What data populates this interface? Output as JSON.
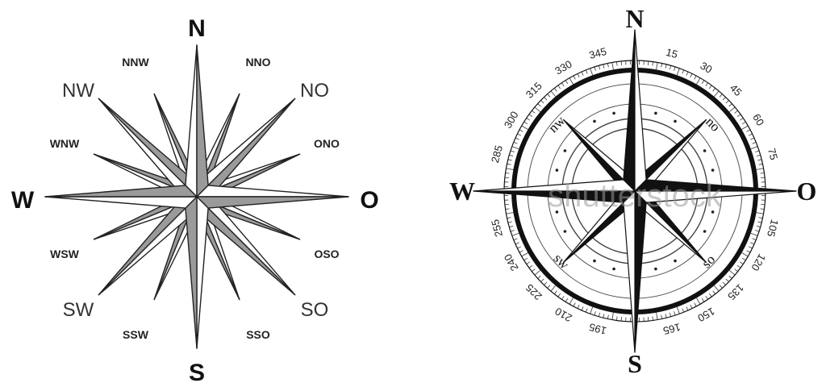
{
  "left_rose": {
    "cardinals": {
      "n": "N",
      "e": "O",
      "s": "S",
      "w": "W"
    },
    "intercardinals": {
      "ne": "NO",
      "se": "SO",
      "sw": "SW",
      "nw": "NW"
    },
    "secondary": {
      "nno": "NNO",
      "ono": "ONO",
      "oso": "OSO",
      "sso": "SSO",
      "ssw": "SSW",
      "wsw": "WSW",
      "wnw": "WNW",
      "nnw": "NNW"
    },
    "colors": {
      "fill": "#9a9a9a",
      "light": "#ffffff",
      "stroke": "#222222"
    }
  },
  "right_compass": {
    "cardinals": {
      "n": "N",
      "e": "O",
      "s": "S",
      "w": "W"
    },
    "intercardinals": {
      "ne": "no",
      "se": "so",
      "sw": "sw",
      "nw": "nw"
    },
    "degree_labels": [
      "15",
      "30",
      "45",
      "60",
      "75",
      "105",
      "120",
      "135",
      "150",
      "165",
      "195",
      "210",
      "225",
      "240",
      "255",
      "285",
      "300",
      "315",
      "330",
      "345"
    ],
    "watermark": "shutterstock",
    "colors": {
      "dark": "#111111",
      "light": "#ffffff",
      "stroke": "#111111"
    }
  }
}
